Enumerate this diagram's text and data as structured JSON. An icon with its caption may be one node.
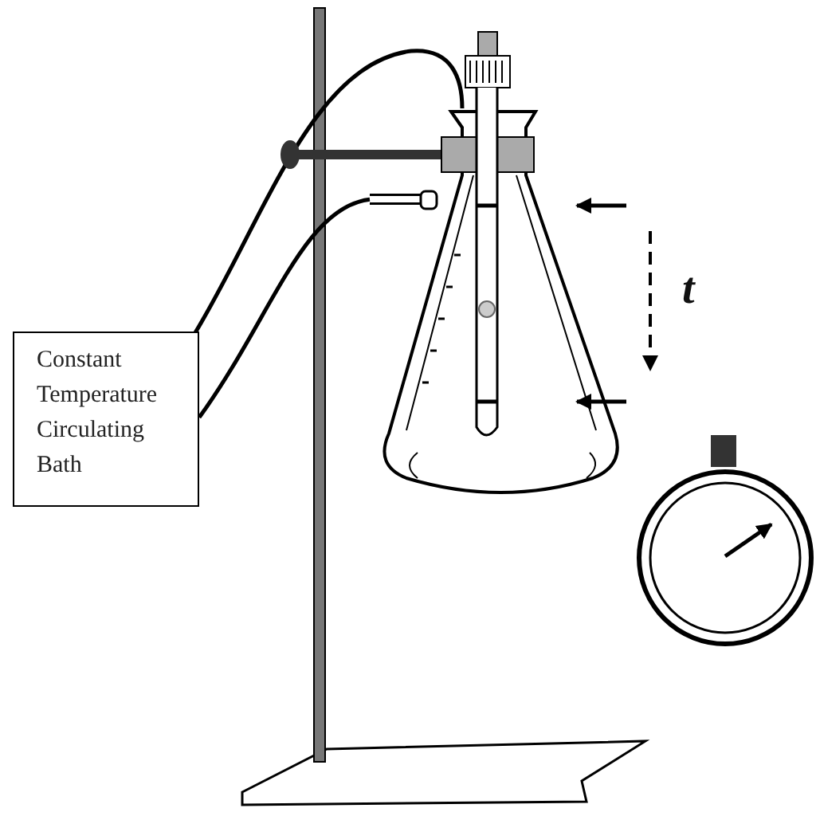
{
  "diagram": {
    "nodes": [
      {
        "text": [
          "Constant Temperature Circulating Bath"
        ]
      },
      {
        "text": [],
        "shape": "picture"
      }
    ],
    "edges": [
      {
        "from": 0,
        "to": 1,
        "arrow": "none"
      },
      {
        "from": 0,
        "to": 1,
        "arrow": "none"
      }
    ],
    "labels": [
      "t"
    ]
  }
}
